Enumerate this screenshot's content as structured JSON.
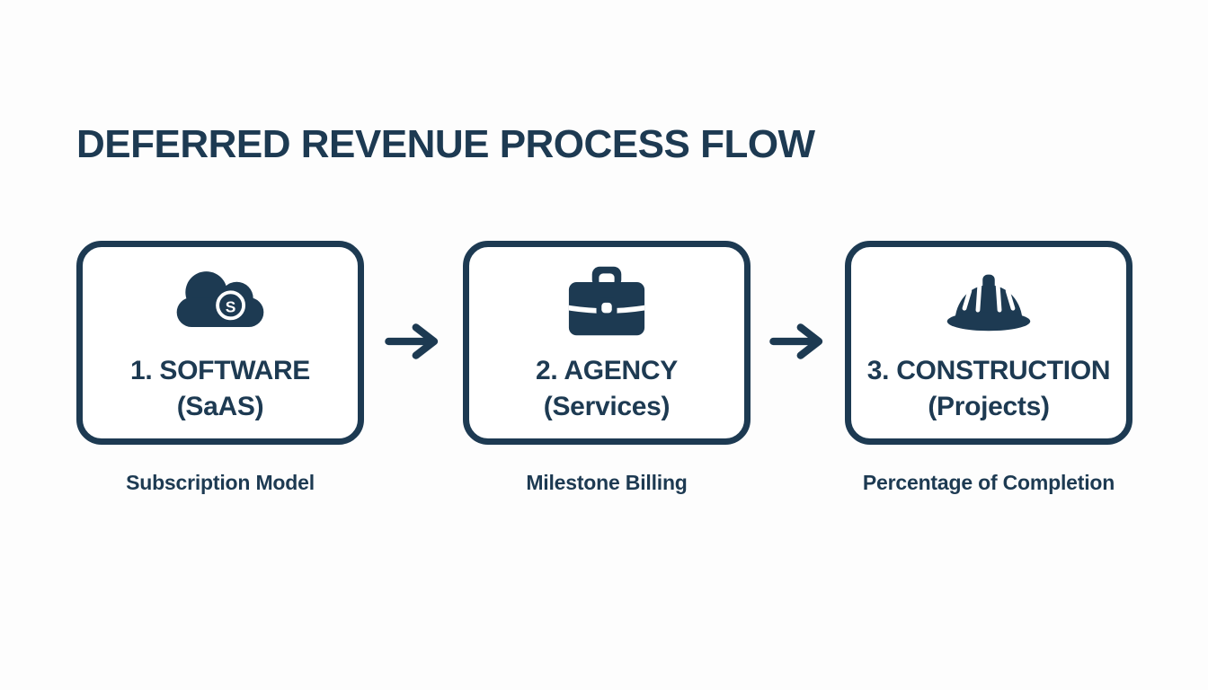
{
  "colors": {
    "accent": "#1d3a52",
    "background": "#fdfdfd",
    "box_background": "#ffffff"
  },
  "title": "DEFERRED REVENUE PROCESS FLOW",
  "steps": [
    {
      "icon": "cloud-dollar-icon",
      "icon_badge": "S",
      "label": "1. SOFTWARE",
      "sublabel": "(SaAS)",
      "caption": "Subscription Model"
    },
    {
      "icon": "briefcase-icon",
      "label": "2. AGENCY",
      "sublabel": "(Services)",
      "caption": "Milestone Billing"
    },
    {
      "icon": "hard-hat-icon",
      "label": "3. CONSTRUCTION",
      "sublabel": "(Projects)",
      "caption": "Percentage of Completion"
    }
  ],
  "connectors": [
    {
      "icon": "arrow-right-icon"
    },
    {
      "icon": "arrow-right-icon"
    }
  ]
}
